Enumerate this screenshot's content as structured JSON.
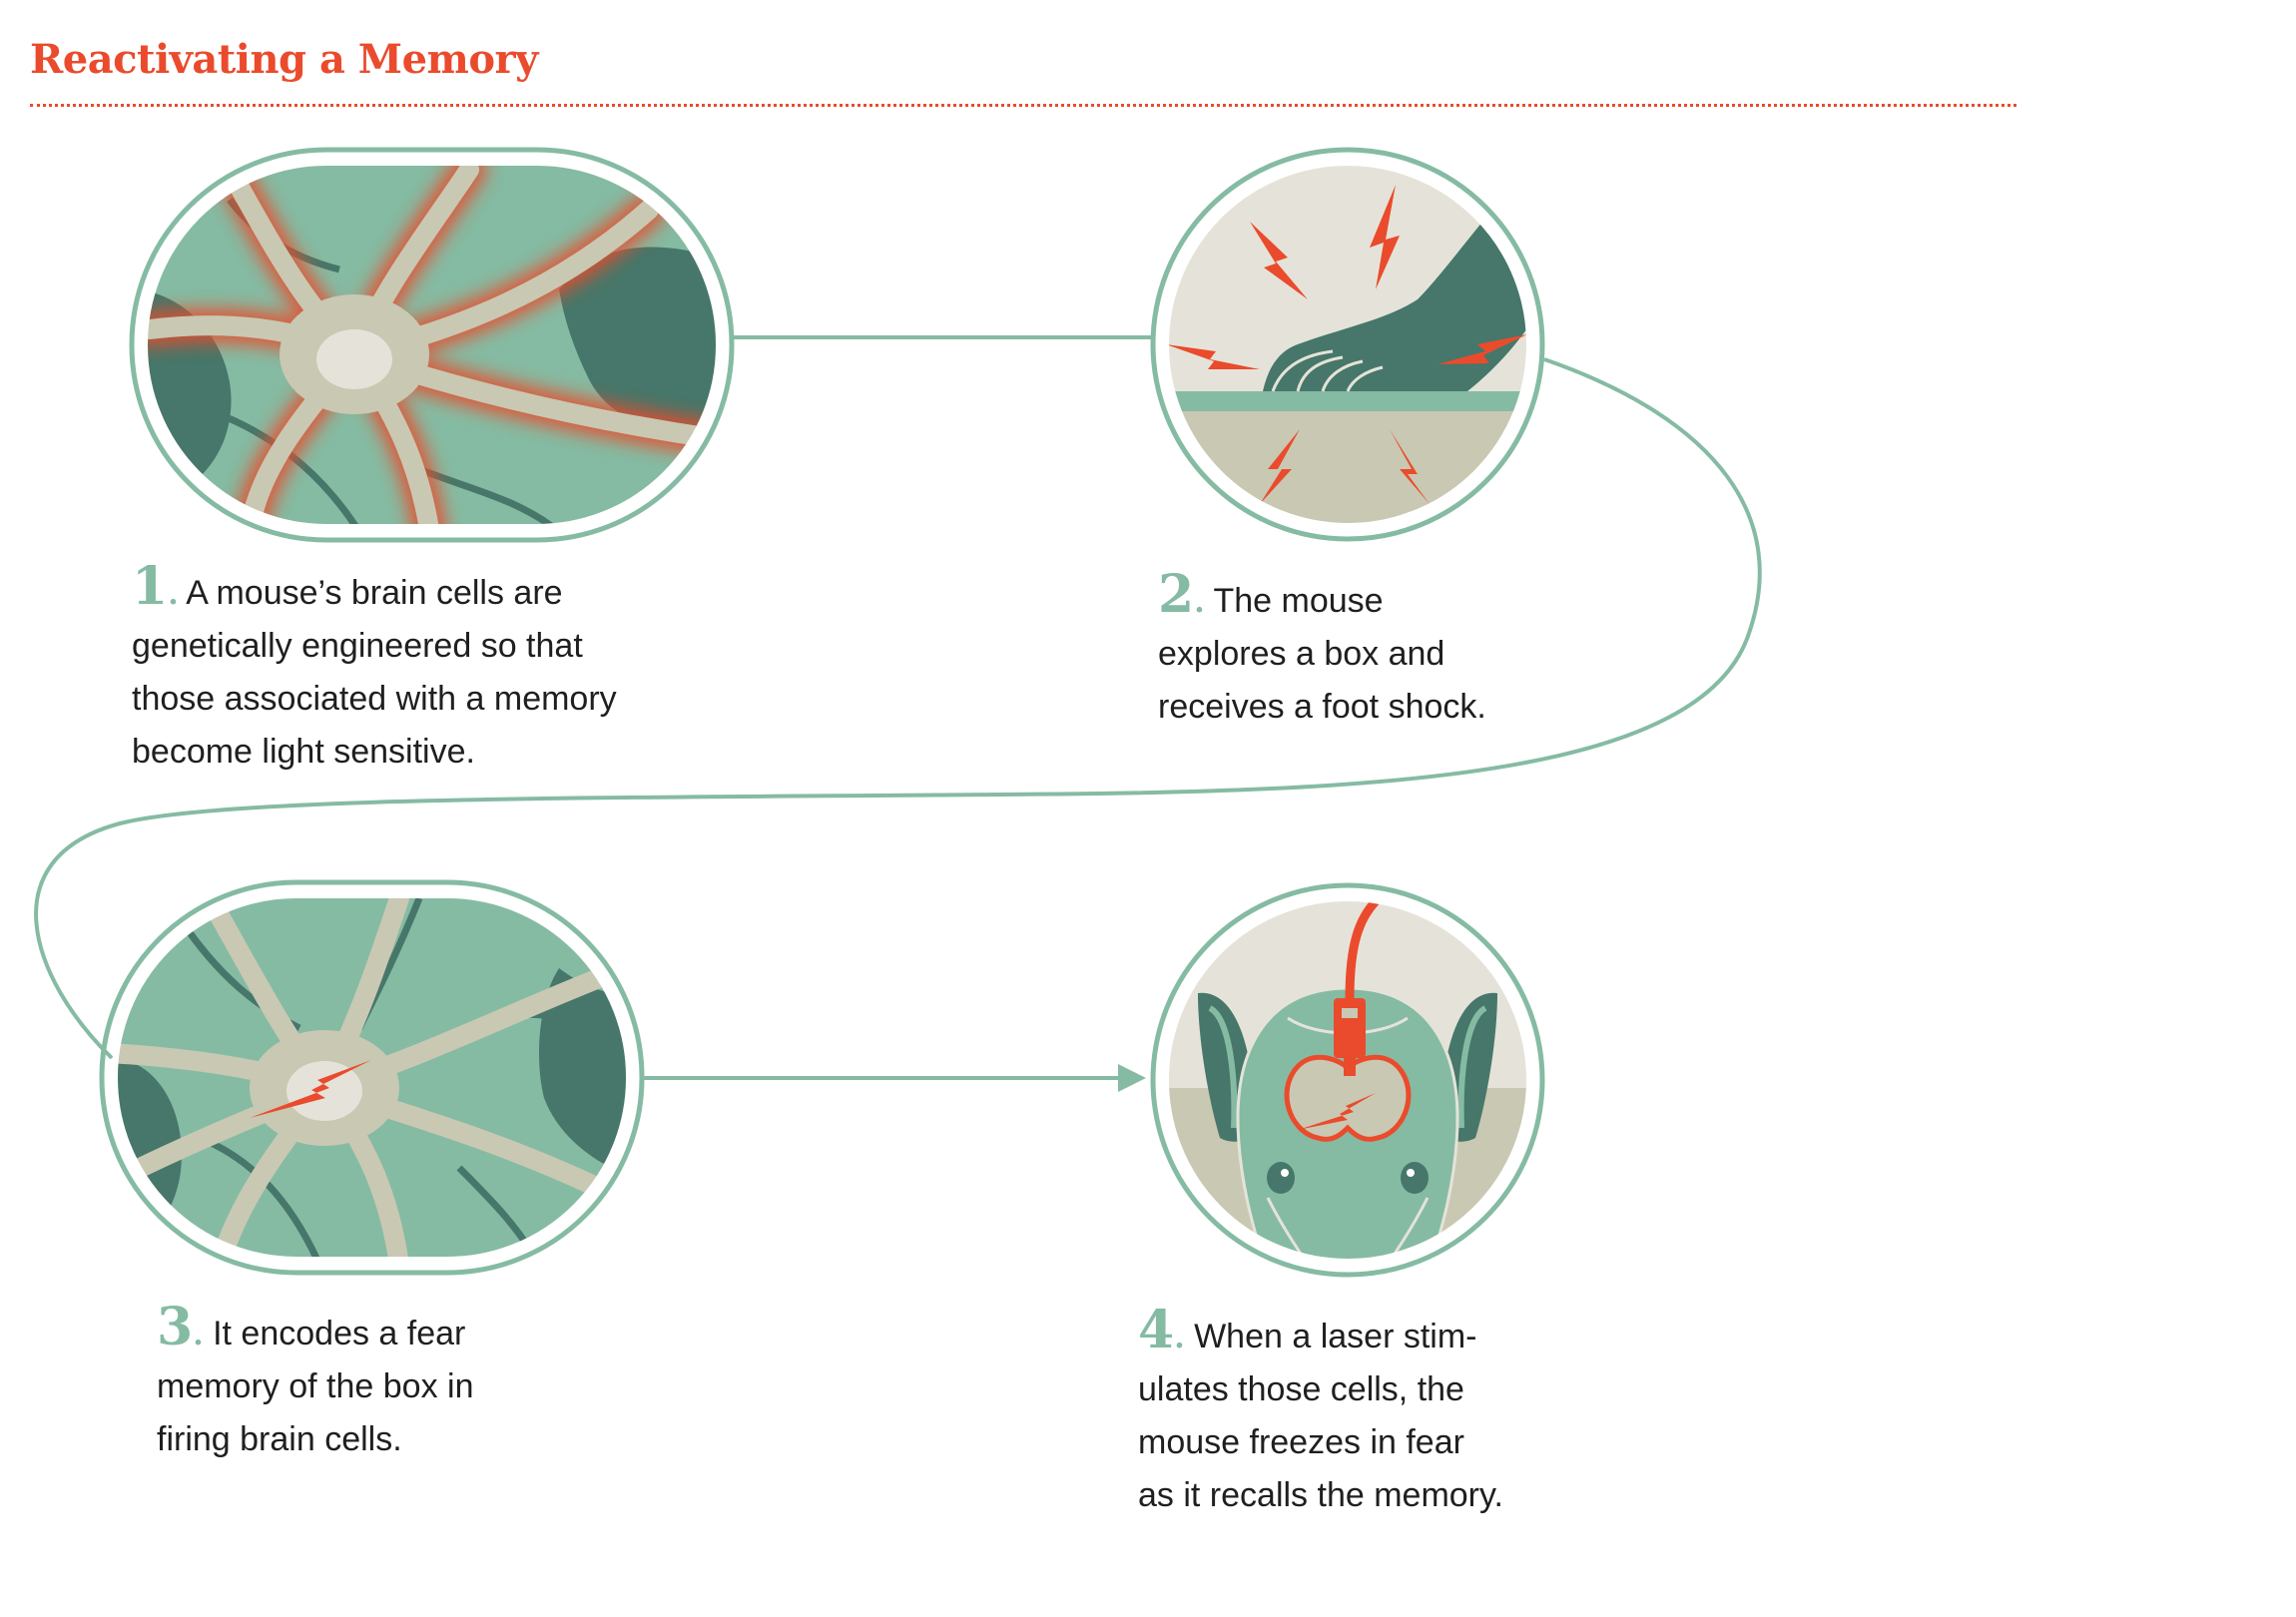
{
  "title": "Reactivating a Memory",
  "colors": {
    "accent_red": "#ea4b2c",
    "teal_light": "#85bba3",
    "teal_dark": "#46776a",
    "beige": "#c9c8b3",
    "beige_light": "#e5e3d9",
    "outline": "#7fb7a0"
  },
  "steps": [
    {
      "number": "1",
      "text": "A mouse’s brain cells are\ngenetically engineered so that\nthose associated with a memory\nbecome light sensitive.",
      "icon": "neuron-highlighted-icon"
    },
    {
      "number": "2",
      "text": "The mouse\nexplores a box and\nreceives a foot shock.",
      "icon": "foot-shock-icon"
    },
    {
      "number": "3",
      "text": "It encodes a fear\nmemory of the box in\nfiring brain cells.",
      "icon": "neuron-firing-icon"
    },
    {
      "number": "4",
      "text": "When a laser stim-\nulates those cells, the\nmouse freezes in fear\nas it recalls the memory.",
      "icon": "mouse-laser-icon"
    }
  ]
}
